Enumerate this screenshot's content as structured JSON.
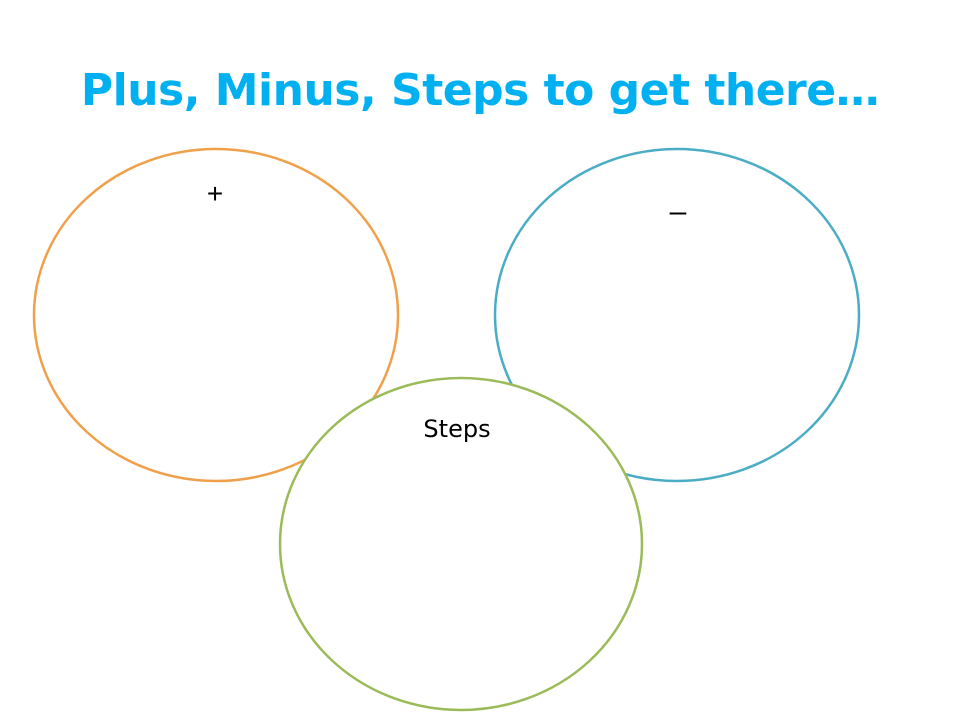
{
  "slide": {
    "title": "Plus, Minus, Steps to get there…",
    "title_color": "#00b0f0"
  },
  "diagram": {
    "circles": [
      {
        "id": "plus",
        "label": "+",
        "color": "#f0a04b"
      },
      {
        "id": "minus",
        "label": "–",
        "color": "#4bacc6"
      },
      {
        "id": "steps",
        "label": "Steps",
        "color": "#9bbb59"
      }
    ]
  }
}
